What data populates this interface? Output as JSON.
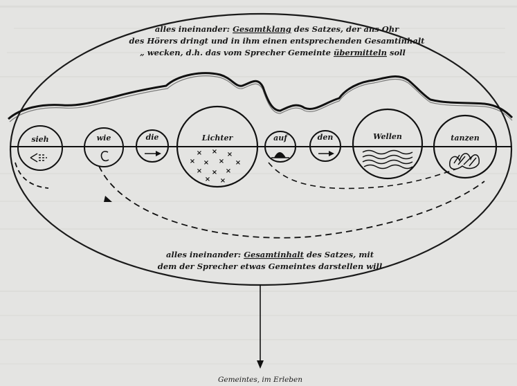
{
  "diagram": {
    "top_caption": {
      "line1_prefix": "alles ineinander: ",
      "line1_underlined": "Gesamtklang",
      "line1_suffix": " des Satzes, der ans Ohr",
      "line2": "des Hörers dringt und in ihm einen entsprechenden Gesamtinhalt",
      "line3_prefix": "„ wecken, d.h. das vom Sprecher Gemeinte ",
      "line3_underlined": "übermitteln",
      "line3_suffix": " soll"
    },
    "bottom_caption": {
      "line1_prefix": "alles ineinander: ",
      "line1_underlined": "Gesamtinhalt",
      "line1_suffix": " des Satzes, mit",
      "line2": "dem der Sprecher etwas Gemeintes darstellen will"
    },
    "words": [
      "sieh",
      "wie",
      "die",
      "Lichter",
      "auf",
      "den",
      "Wellen",
      "tanzen"
    ],
    "arrow_label": "Gemeintes, im Erleben"
  }
}
